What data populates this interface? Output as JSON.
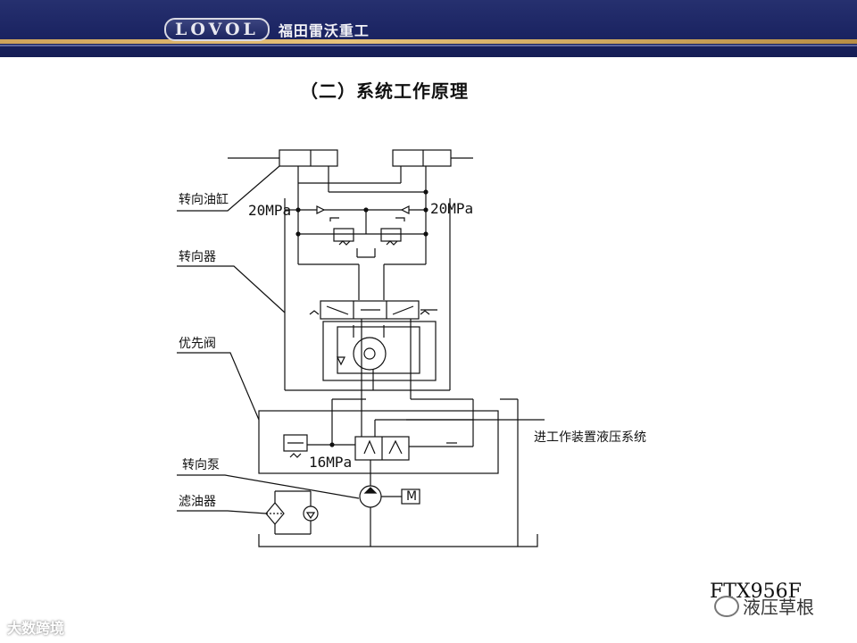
{
  "header": {
    "brand_logo": "LOVOL",
    "brand_cn": "福田雷沃重工"
  },
  "slide": {
    "title": "（二）系统工作原理",
    "model": "FTX956F"
  },
  "diagram": {
    "labels": {
      "steering_cylinder": "转向油缸",
      "steering_unit": "转向器",
      "priority_valve": "优先阀",
      "steering_pump": "转向泵",
      "filter": "滤油器",
      "to_work_system": "进工作装置液压系统",
      "motor": "M"
    },
    "pressures": {
      "left_relief": "20MPa",
      "right_relief": "20MPa",
      "priority_relief": "16MPa"
    }
  },
  "watermarks": {
    "left": "大数跨境",
    "right": "液压草根"
  }
}
